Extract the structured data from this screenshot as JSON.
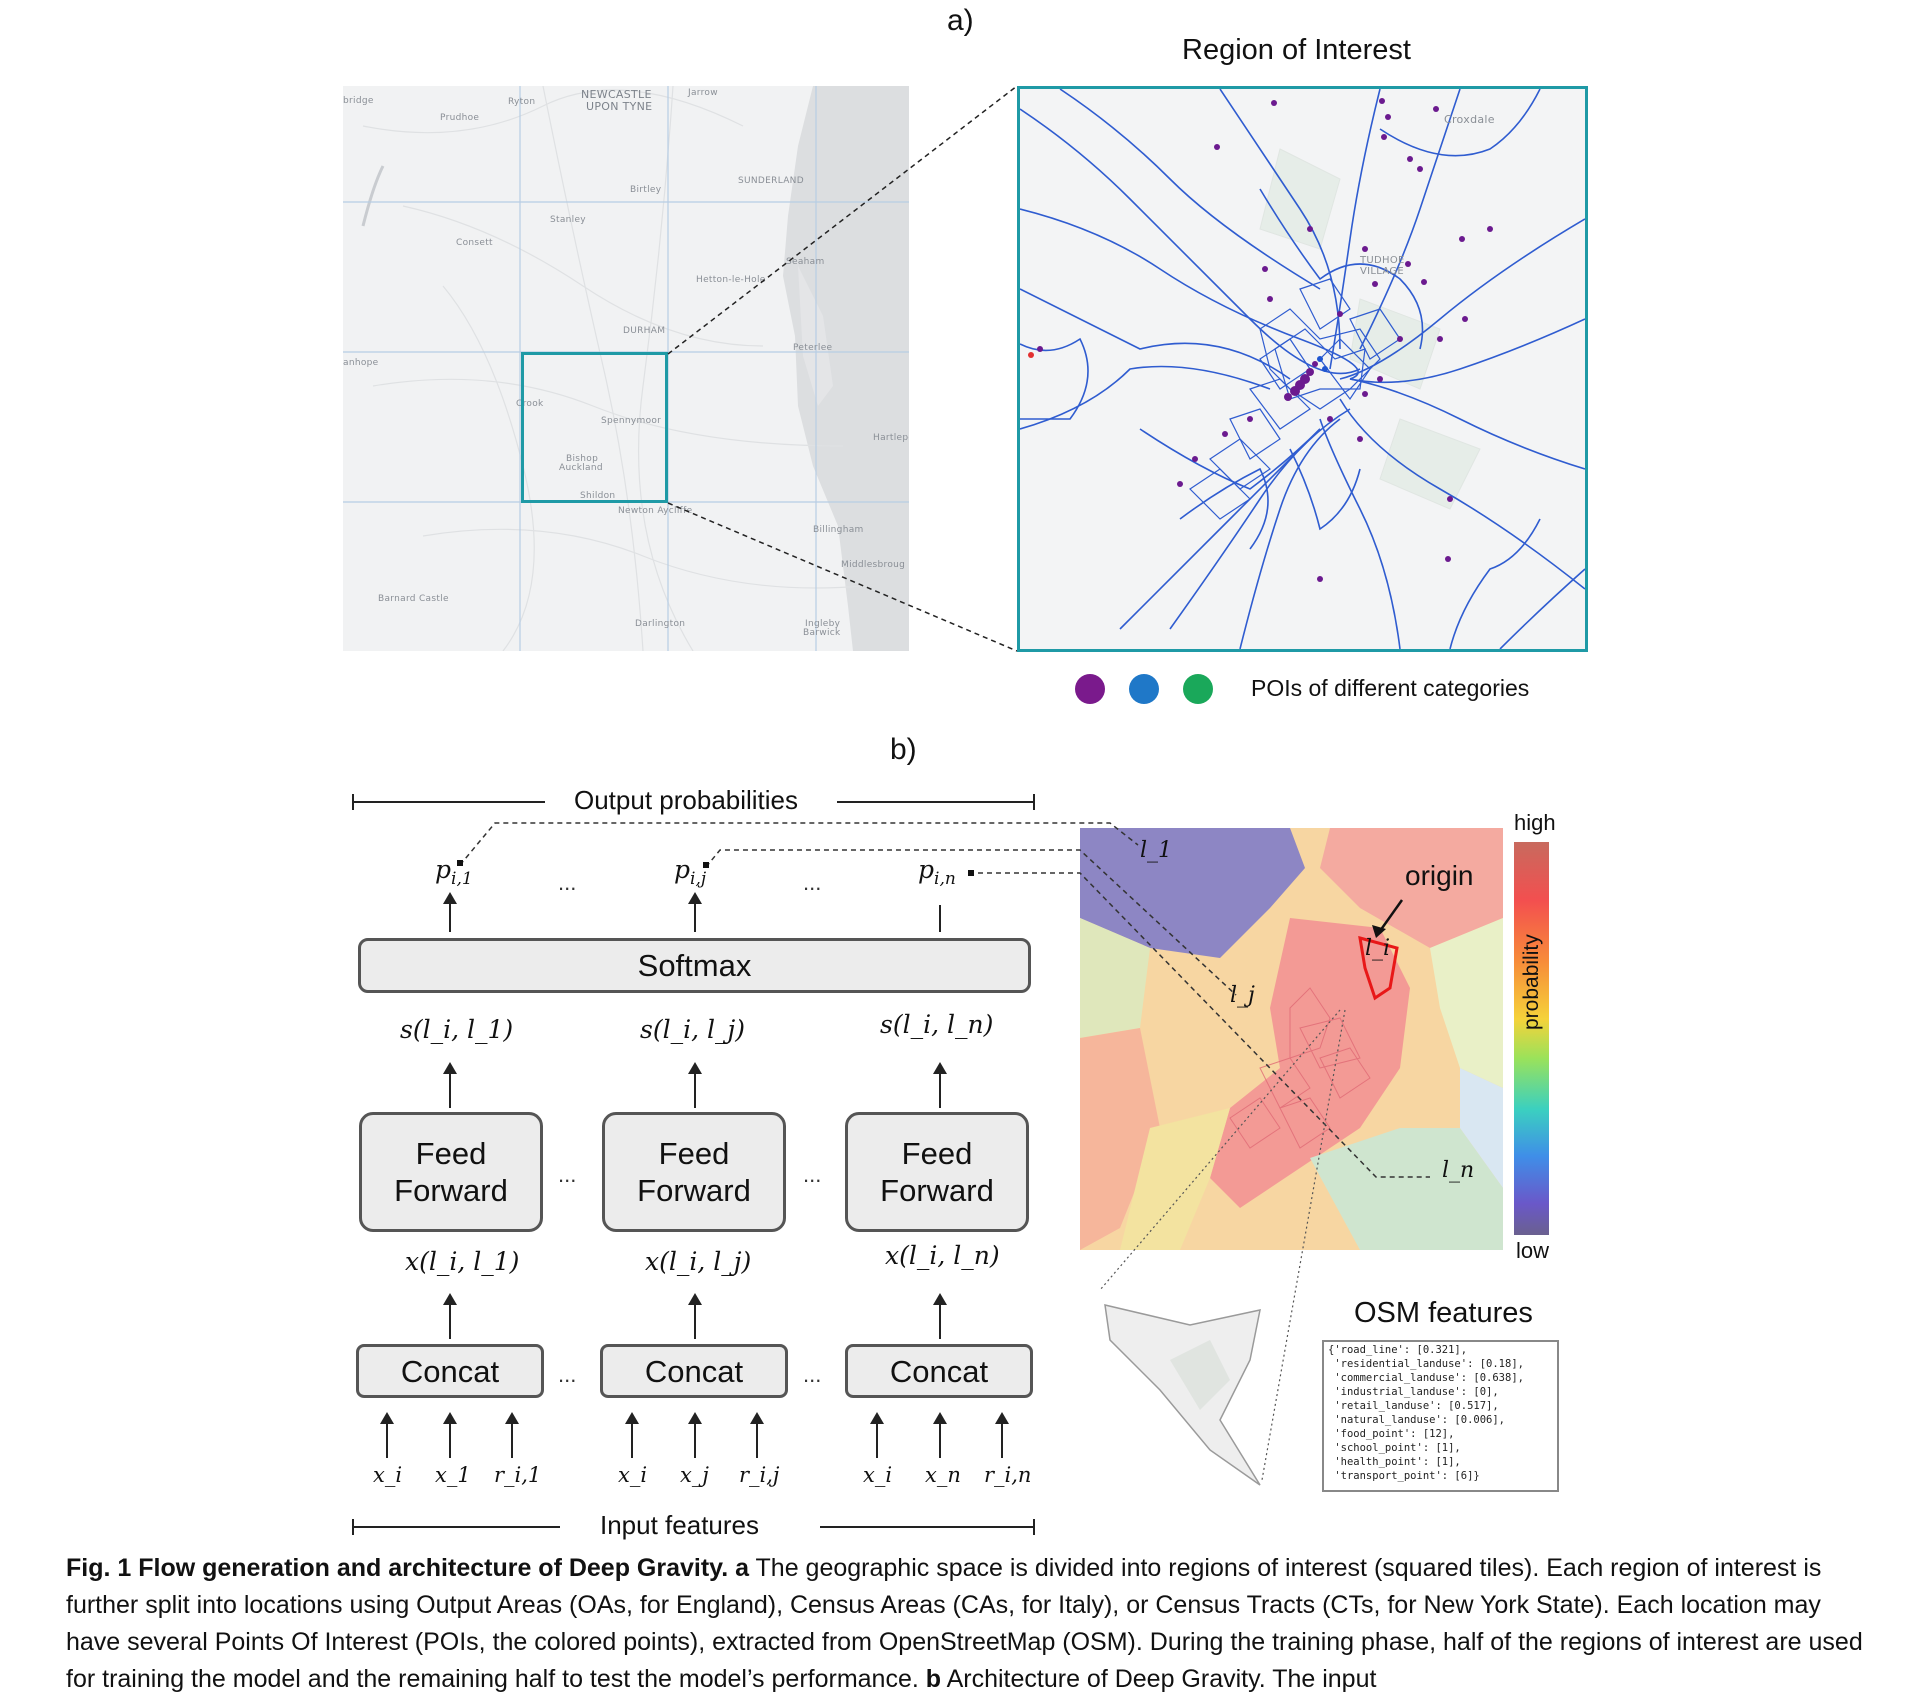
{
  "panel_a": {
    "label": "a)",
    "roi_title": "Region of Interest",
    "legend_text": "POIs of different categories",
    "legend_colors": [
      "#7a1a8c",
      "#1f78c8",
      "#1aa85a"
    ],
    "map_labels": [
      "bridge",
      "Prudhoe",
      "Ryton",
      "NEWCASTLE",
      "UPON TYNE",
      "Jarrow",
      "SUNDERLAND",
      "Birtley",
      "Stanley",
      "Consett",
      "Hetton-le-Hole",
      "Seaham",
      "DURHAM",
      "Peterlee",
      "anhope",
      "Crook",
      "Spennymoor",
      "Hartlepo",
      "Bishop",
      "Auckland",
      "Shildon",
      "Newton Aycliffe",
      "Billingham",
      "Middlesbroug",
      "Barnard Castle",
      "Darlington",
      "Ingleby",
      "Barwick"
    ],
    "roi_labels": [
      "Croxdale",
      "TUDHOE",
      "VILLAGE"
    ]
  },
  "panel_b": {
    "label": "b)",
    "output_title": "Output probabilities",
    "input_title": "Input features",
    "softmax_label": "Softmax",
    "feed_forward_label": [
      "Feed",
      "Forward"
    ],
    "concat_label": "Concat",
    "ellipsis": "...",
    "prob_labels": [
      {
        "base": "p",
        "sub": "i,1"
      },
      {
        "base": "p",
        "sub": "i,j"
      },
      {
        "base": "p",
        "sub": "i,n"
      }
    ],
    "score_labels": [
      "s ( l",
      "i",
      ", l",
      "1",
      ")",
      "j",
      "n"
    ],
    "scores": [
      "s(l_i, l_1)",
      "s(l_i, l_j)",
      "s(l_i, l_n)"
    ],
    "features": [
      "x(l_i, l_1)",
      "x(l_i, l_j)",
      "x(l_i, l_n)"
    ],
    "inputs": [
      [
        "x_i",
        "x_1",
        "r_i,1"
      ],
      [
        "x_i",
        "x_j",
        "r_i,j"
      ],
      [
        "x_i",
        "x_n",
        "r_i,n"
      ]
    ],
    "colorbar_high": "high",
    "colorbar_low": "low",
    "colorbar_label": "probability",
    "origin_label": "origin",
    "map_location_labels": [
      "l_1",
      "l_j",
      "l_i",
      "l_n"
    ],
    "osm_title": "OSM features",
    "osm_features": [
      "{'road_line': [0.321],",
      " 'residential_landuse': [0.18],",
      " 'commercial_landuse': [0.638],",
      " 'industrial_landuse': [0],",
      " 'retail_landuse': [0.517],",
      " 'natural_landuse': [0.006],",
      " 'food_point': [12],",
      " 'school_point': [1],",
      " 'health_point': [1],",
      " 'transport_point': [6]}"
    ]
  },
  "caption": {
    "bold": "Fig. 1 Flow generation and architecture of Deep Gravity. a",
    "text1": " The geographic space is divided into regions of interest (squared tiles). Each region of interest is further split into locations using Output Areas (OAs, for England), Census Areas (CAs, for Italy), or Census Tracts (CTs, for New York State). Each location may have several Points Of Interest (POIs, the colored points), extracted from OpenStreetMap (OSM). During the training phase, half of the regions of interest are used for training the model and the remaining half to test the model’s performance. ",
    "bold_b": "b",
    "text2": " Architecture of Deep Gravity. The input"
  }
}
